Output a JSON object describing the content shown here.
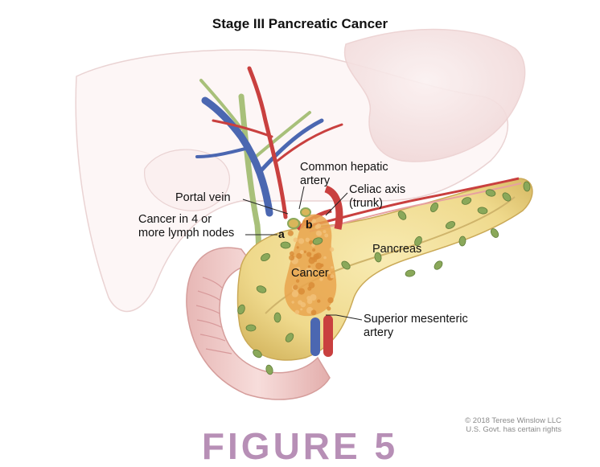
{
  "title": "Stage III Pancreatic Cancer",
  "labels": {
    "common_hepatic_artery": "Common hepatic\nartery",
    "celiac_axis": "Celiac axis\n(trunk)",
    "portal_vein": "Portal vein",
    "cancer_lymph_nodes": "Cancer in 4 or\nmore lymph nodes",
    "pancreas": "Pancreas",
    "cancer": "Cancer",
    "superior_mesenteric_artery": "Superior mesenteric\nartery"
  },
  "markers": {
    "a": "a",
    "b": "b"
  },
  "copyright": "© 2018 Terese Winslow LLC\nU.S. Govt. has certain rights",
  "figure_caption": "FIGURE 5",
  "colors": {
    "artery": "#c9403f",
    "vein": "#4b67b1",
    "bile_duct": "#a8c07a",
    "pancreas": "#f1dd93",
    "tumor": "#e9a54e",
    "lymph_node": "#8aa85a",
    "organ_outline": "#f3d6d6",
    "caption": "#b78fb6"
  }
}
